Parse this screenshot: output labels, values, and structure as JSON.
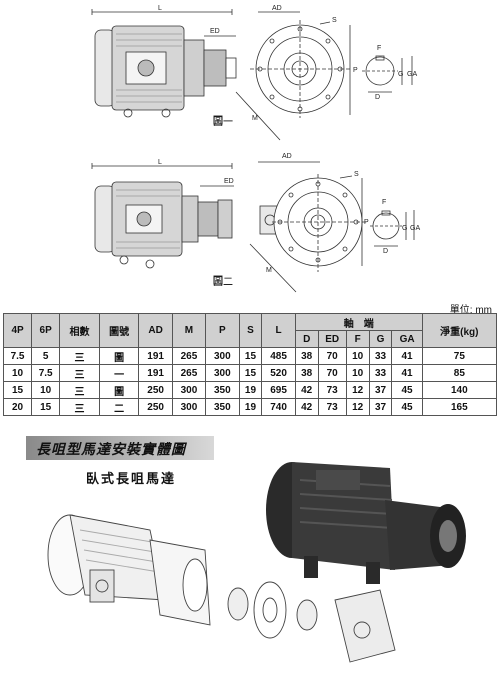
{
  "drawing": {
    "fig1": {
      "L": "L",
      "ED": "ED",
      "AD": "AD",
      "S": "S",
      "P": "P",
      "M": "M",
      "F": "F",
      "G": "G",
      "GA": "GA",
      "D": "D",
      "label": "圖一"
    },
    "fig2": {
      "L": "L",
      "ED": "ED",
      "AD": "AD",
      "S": "S",
      "P": "P",
      "M": "M",
      "F": "F",
      "G": "G",
      "GA": "GA",
      "D": "D",
      "label": "圖二"
    }
  },
  "unit_label": "單位: mm",
  "table": {
    "headers": {
      "p4": "4P",
      "p6": "6P",
      "phase": "相數",
      "fig": "圖號",
      "ad": "AD",
      "m": "M",
      "p": "P",
      "s": "S",
      "l": "L",
      "shaft": "軸　端",
      "d": "D",
      "ed": "ED",
      "f": "F",
      "g": "G",
      "ga": "GA",
      "weight": "淨重(kg)"
    },
    "rows": [
      [
        "7.5",
        "5",
        "三",
        "圖",
        "191",
        "265",
        "300",
        "15",
        "485",
        "38",
        "70",
        "10",
        "33",
        "41",
        "75"
      ],
      [
        "10",
        "7.5",
        "三",
        "一",
        "191",
        "265",
        "300",
        "15",
        "520",
        "38",
        "70",
        "10",
        "33",
        "41",
        "85"
      ],
      [
        "15",
        "10",
        "三",
        "圖",
        "250",
        "300",
        "350",
        "19",
        "695",
        "42",
        "73",
        "12",
        "37",
        "45",
        "140"
      ],
      [
        "20",
        "15",
        "三",
        "二",
        "250",
        "300",
        "350",
        "19",
        "740",
        "42",
        "73",
        "12",
        "37",
        "45",
        "165"
      ]
    ]
  },
  "banner_title": "長咀型馬達安裝實體圖",
  "subtitle": "臥式長咀馬達"
}
